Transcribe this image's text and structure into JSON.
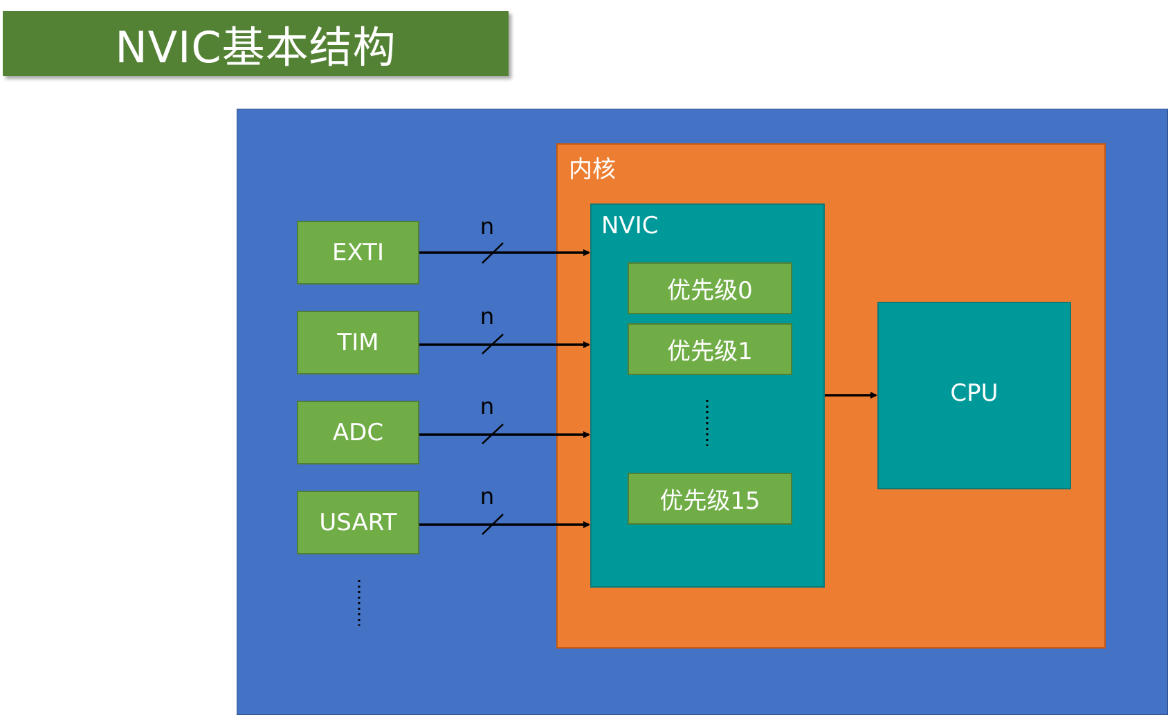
{
  "title": "NVIC基本结构",
  "core_label": "内核",
  "nvic_label": "NVIC",
  "cpu_label": "CPU",
  "sources": [
    "EXTI",
    "TIM",
    "ADC",
    "USART"
  ],
  "bus_width_labels": [
    "n",
    "n",
    "n",
    "n"
  ],
  "priorities": [
    "优先级0",
    "优先级1",
    "优先级15"
  ],
  "colors": {
    "title_bg": "#548235",
    "outer_bg": "#4472c4",
    "core_bg": "#ed7d31",
    "nvic_bg": "#009999",
    "box_green": "#70ad47",
    "arrow": "#000000"
  }
}
